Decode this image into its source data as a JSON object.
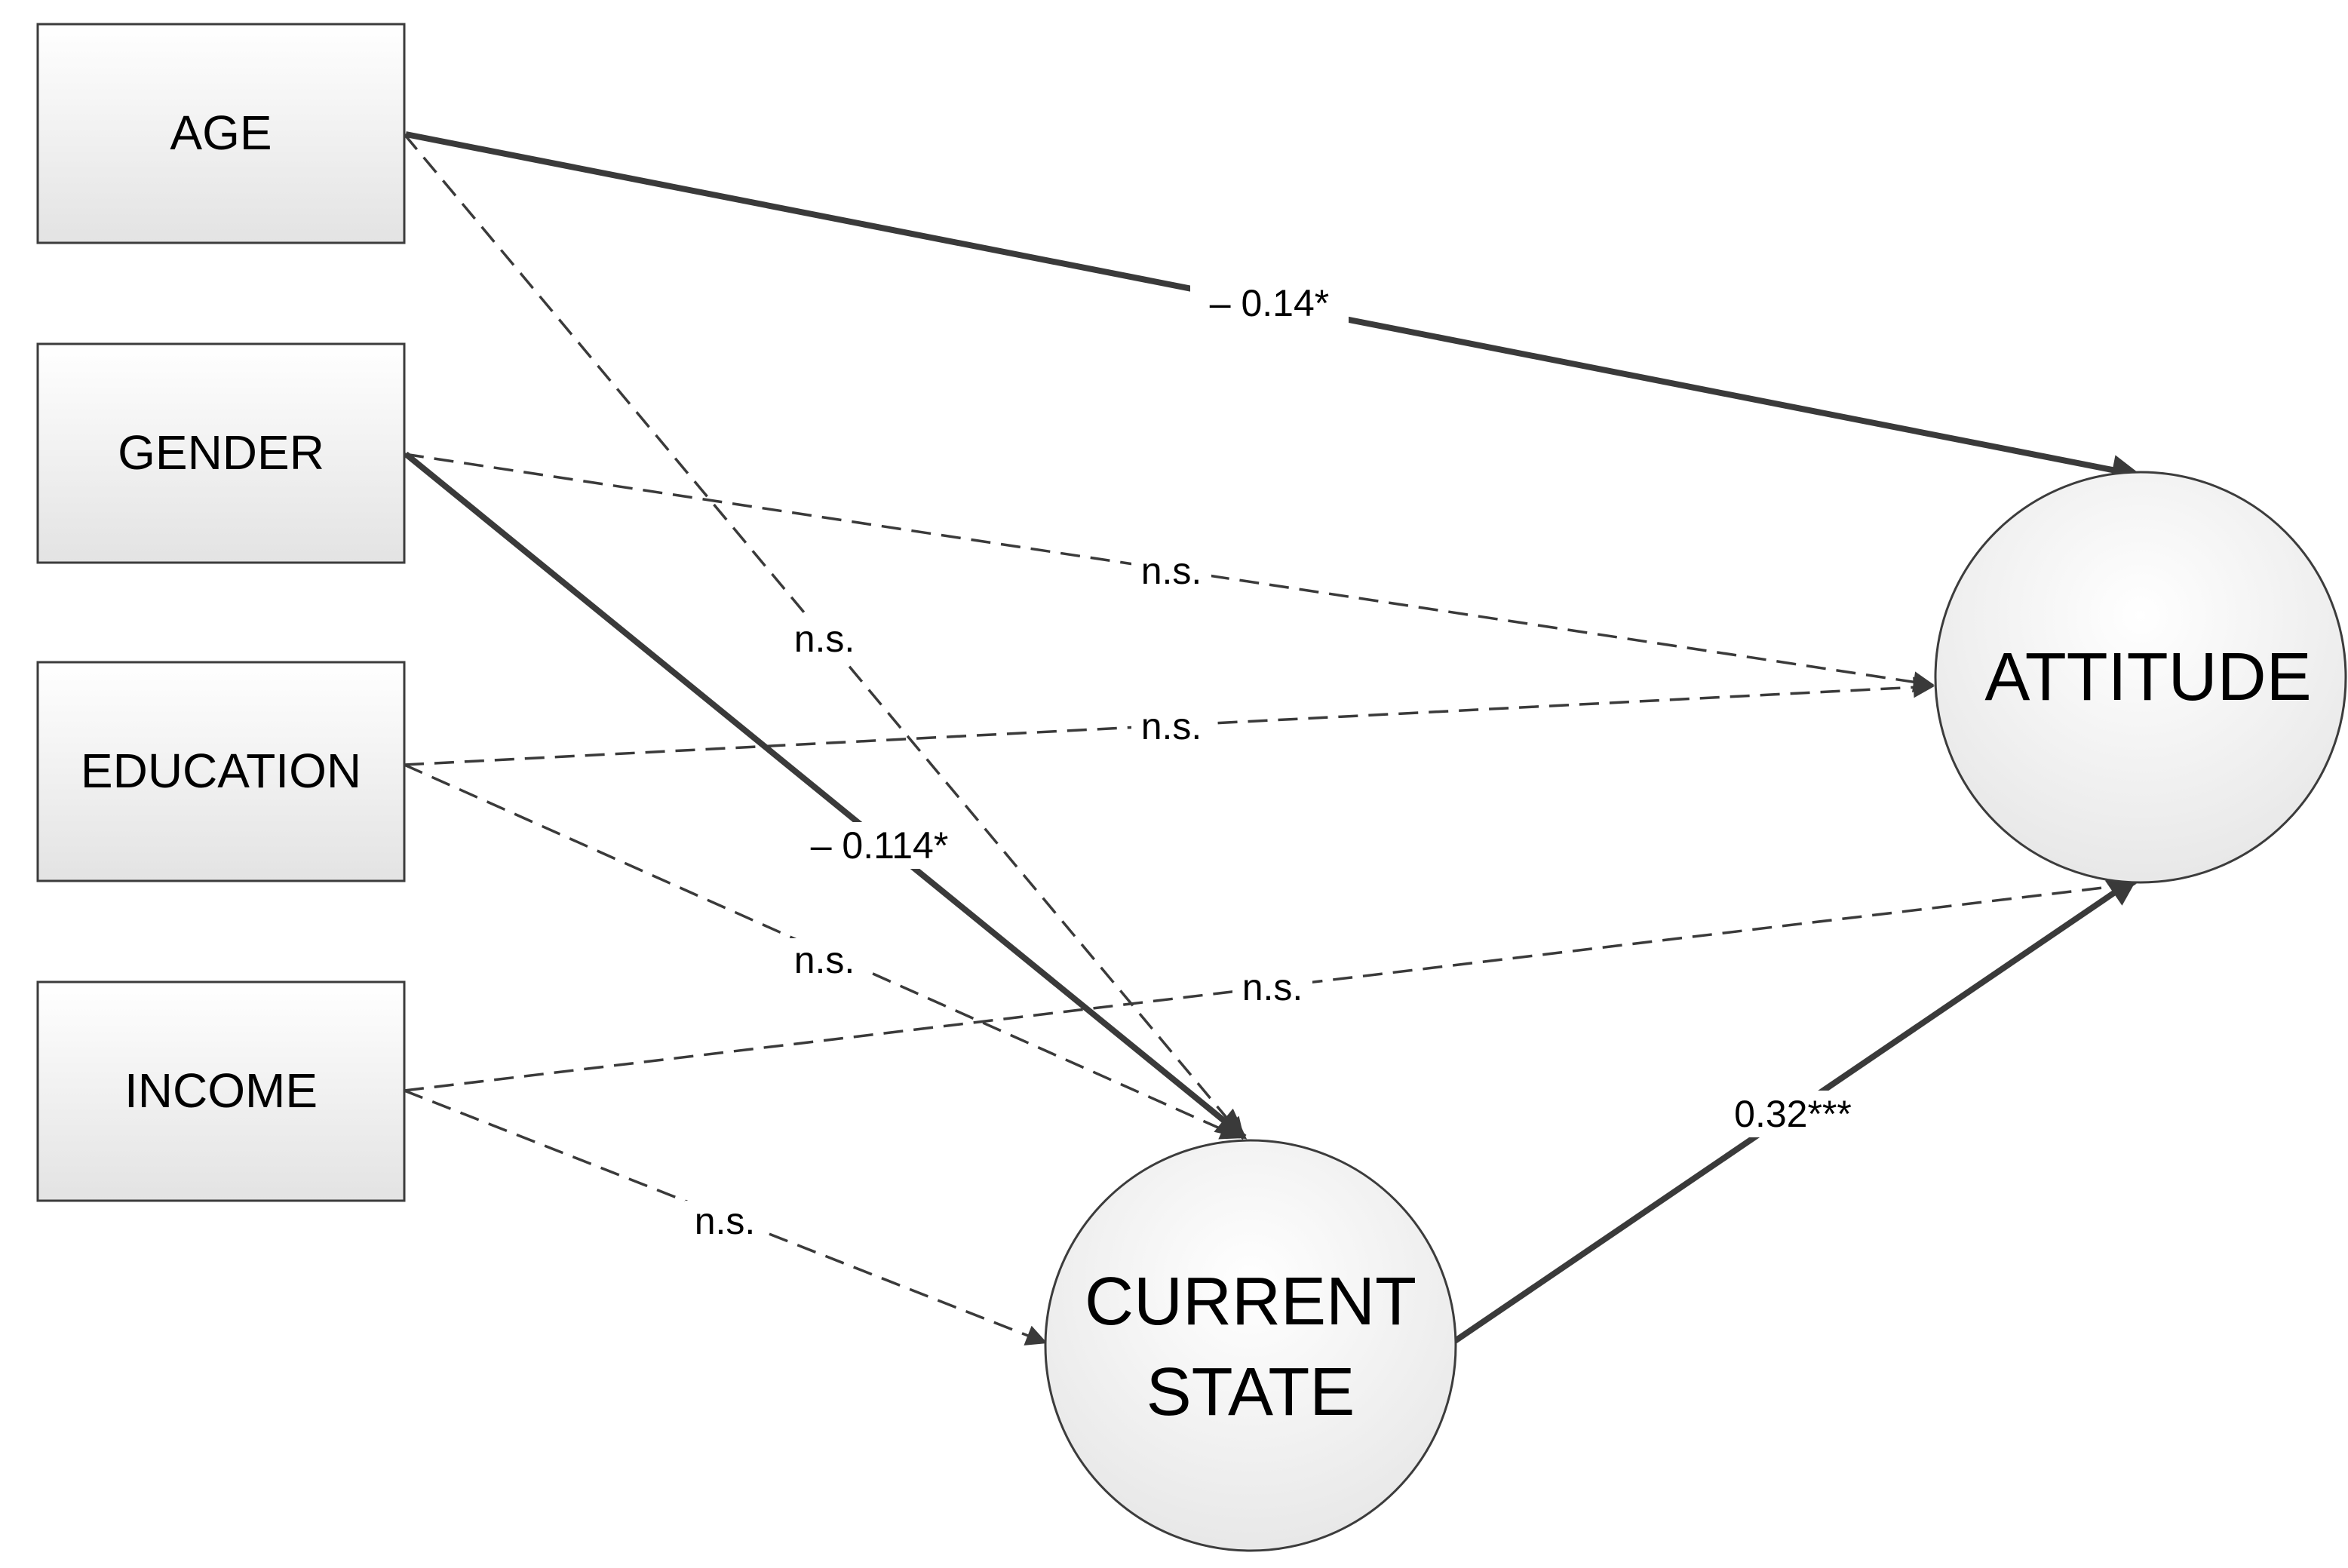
{
  "nodes": {
    "age": "AGE",
    "gender": "GENDER",
    "education": "EDUCATION",
    "income": "INCOME",
    "attitude": "ATTITUDE",
    "current_state_line1": "CURRENT",
    "current_state_line2": "STATE"
  },
  "edges": {
    "age_attitude": "– 0.14*",
    "age_current_state": "n.s.",
    "gender_attitude": "n.s.",
    "gender_current_state": "– 0.114*",
    "education_attitude": "n.s.",
    "education_current_state": "n.s.",
    "income_attitude": "n.s.",
    "income_current_state": "n.s.",
    "current_state_attitude": "0.32***"
  },
  "colors": {
    "box_fill_top": "#ffffff",
    "box_fill_bottom": "#e3e3e3",
    "stroke": "#3c3c3c"
  }
}
